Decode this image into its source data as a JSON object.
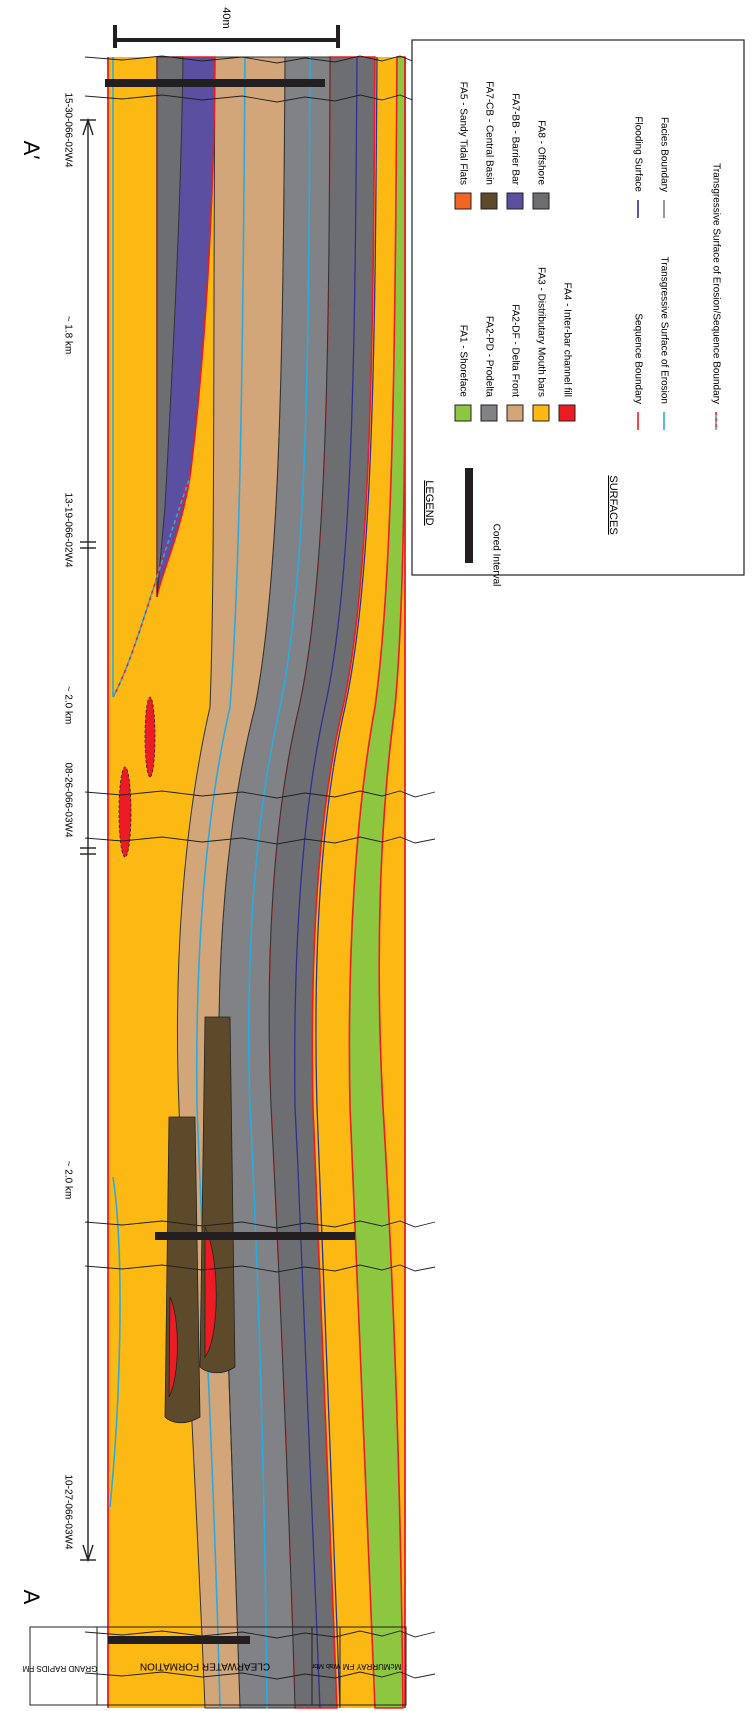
{
  "section": {
    "end_start": "A",
    "end_finish": "A′",
    "scale_bar": "40m",
    "wells": [
      "10-27-066-03W4",
      "08-26-066-03W4",
      "13-19-066-02W4",
      "15-30-066-02W4"
    ],
    "distances": [
      "~ 2.0 km",
      "~ 2.0 km",
      "~ 1.8 km"
    ],
    "formations": {
      "top": "GRAND RAPIDS FM",
      "main": "CLEARWATER FORMATION",
      "wab": "Wab Mbr",
      "bottom": "McMURRAY FM"
    }
  },
  "legend": {
    "title": "LEGEND",
    "cored_interval": "Cored Interval",
    "facies": [
      {
        "label": "FA1 - Shoreface",
        "color": "#8dc63f"
      },
      {
        "label": "FA2-PD - Prodelta",
        "color": "#808285"
      },
      {
        "label": "FA2-DF - Delta Front",
        "color": "#d2a679"
      },
      {
        "label": "FA3 - Distributary Mouth bars",
        "color": "#fdb913"
      },
      {
        "label": "FA4 - Inter-bar channel fill",
        "color": "#ed1c24"
      },
      {
        "label": "FA5 - Sandy Tidal Flats",
        "color": "#f26522"
      },
      {
        "label": "FA7-CB - Central Basin",
        "color": "#5c4a2a"
      },
      {
        "label": "FA7-BB - Barrier Bar",
        "color": "#5a4fa0"
      },
      {
        "label": "FA8 - Offshore",
        "color": "#6d6e71"
      }
    ],
    "surfaces_title": "SURFACES",
    "surfaces": [
      {
        "label": "Sequence Boundary",
        "color": "#ed1c24"
      },
      {
        "label": "Transgressive Surface of Erosion",
        "color": "#29abe2"
      },
      {
        "label": "Transgressive Surface of Erosion/Sequence Boundary",
        "color": "dashed"
      },
      {
        "label": "Flooding Surface",
        "color": "#2e3192"
      },
      {
        "label": "Facies Boundary",
        "color": "#808285"
      }
    ]
  }
}
